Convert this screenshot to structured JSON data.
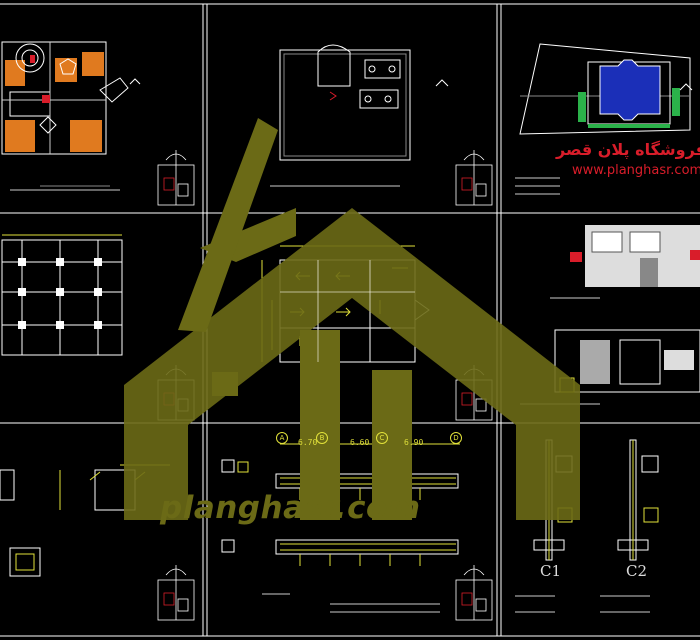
{
  "watermark": {
    "url": "planghasr.com",
    "color": "#6b6a16"
  },
  "site_panel": {
    "title_fa": "فروشگاه پلان قصر",
    "url": "www.planghasr.com",
    "color": "#d91d2a"
  },
  "beam_section": {
    "dimensions": [
      "6.70",
      "6.60",
      "6.90"
    ],
    "grid_bubbles": [
      "A",
      "B",
      "C",
      "D"
    ]
  },
  "column_details": {
    "labels": [
      "C1",
      "C2"
    ]
  },
  "colors": {
    "background": "#000000",
    "frame": "#ffffff",
    "cad_yellow": "#e2e23a",
    "cad_cyan": "#2fd6d6",
    "cad_orange": "#e07a1f",
    "pool_blue": "#1b2fb8",
    "grass_green": "#2bb24a",
    "accent_red": "#d91d2a"
  }
}
